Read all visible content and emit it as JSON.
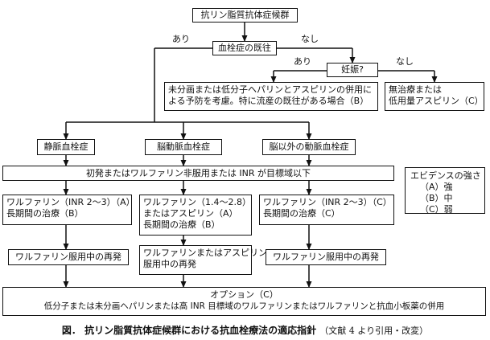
{
  "nodes": {
    "root": "抗リン脂質抗体症候群",
    "thrombosis_history": "血栓症の既往",
    "pregnancy": "妊娠?",
    "prevention": [
      "未分画または低分子ヘパリンとアスピリンの併用に",
      "よる予防を考慮。特に流産の既往がある場合（B）"
    ],
    "no_treatment": [
      "無治療または",
      "低用量アスピリン（C）"
    ],
    "venous": "静脈血栓症",
    "cerebral": "脳動脈血栓症",
    "non_cerebral": "脳以外の動脈血栓症",
    "first_onset": "初発またはワルファリン非服用または INR が目標域以下",
    "warfarin_venous": [
      "ワルファリン（INR 2～3）（A）",
      "長期間の治療（B）"
    ],
    "warfarin_cerebral": [
      "ワルファリン（1.4～2.8）",
      "またはアスピリン（A）",
      "長期間の治療（B）"
    ],
    "warfarin_arterial": [
      "ワルファリン（INR 2～3）（C）",
      "長期間の治療（C）"
    ],
    "recurrence_venous": "ワルファリン服用中の再発",
    "recurrence_cerebral": [
      "ワルファリンまたはアスピリン",
      "服用中の再発"
    ],
    "recurrence_arterial": "ワルファリン服用中の再発",
    "option": [
      "オプション（C）",
      "低分子または未分画ヘパリンまたは高 INR 目標域のワルファリンまたはワルファリンと抗血小板薬の併用"
    ]
  },
  "labels": {
    "yes_1": "あり",
    "no_1": "なし",
    "yes_2": "あり",
    "no_2": "なし"
  },
  "evidence": {
    "title": "エビデンスの強さ",
    "levels": [
      "（A）強",
      "（B）中",
      "（C）弱"
    ]
  },
  "caption": {
    "main": "図．  抗リン脂質抗体症候群における抗血栓療法の適応指針",
    "note": "（文献 4 より引用・改変）"
  }
}
